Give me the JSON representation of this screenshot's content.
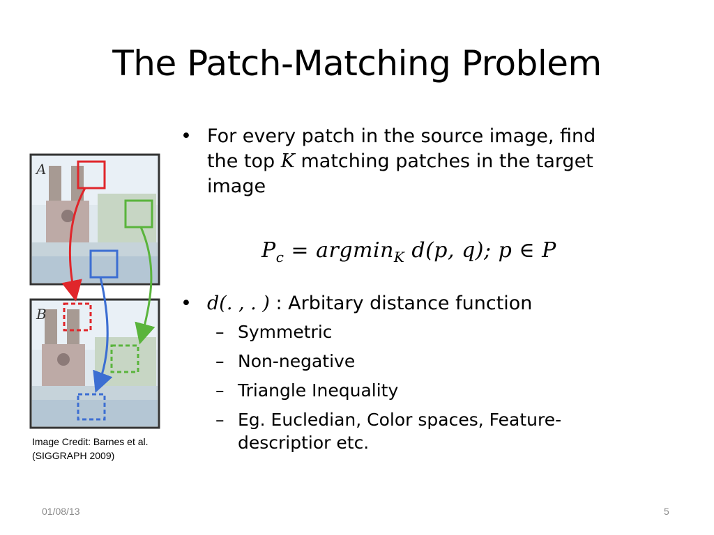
{
  "slide": {
    "title": "The Patch-Matching Problem",
    "bullet1": {
      "line1": "For every patch in the source image, find",
      "line2_pre": "the top ",
      "line2_var": "K",
      "line2_post": " matching patches in the target",
      "line3": "image"
    },
    "formula": {
      "lhs": "P",
      "lhs_sub": "c",
      "eq": " = ",
      "op": "argmin",
      "op_sub": "K",
      "expr": " d(p, q); p ∈ P"
    },
    "bullet2": {
      "math": "d(. , . )",
      "text": " : Arbitary distance function"
    },
    "sub_items": [
      "Symmetric",
      "Non-negative",
      "Triangle Inequality",
      "Eg. Eucledian, Color spaces, Feature-",
      "descriptior etc."
    ],
    "figure": {
      "label_a": "A",
      "label_b": "B",
      "colors": {
        "red": "#e0262b",
        "green": "#5ab43c",
        "blue": "#3c6ed2"
      }
    },
    "credit": "Image Credit: Barnes et al. (SIGGRAPH 2009)",
    "footer": {
      "date": "01/08/13",
      "page": "5"
    },
    "bullet_glyph": "•",
    "dash_glyph": "–"
  }
}
